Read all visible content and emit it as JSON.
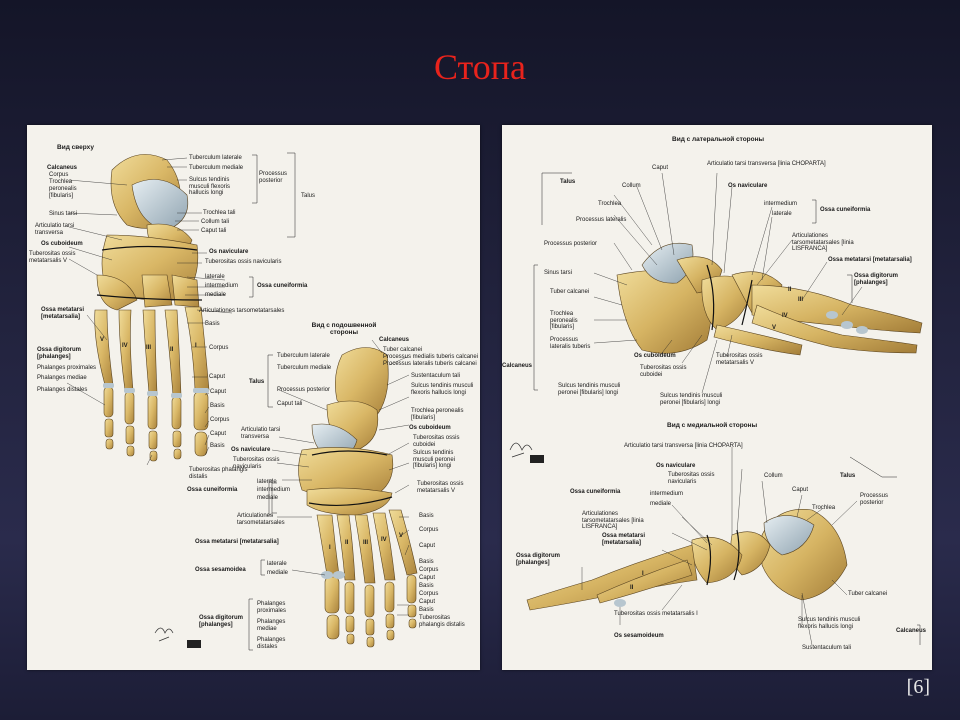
{
  "slide": {
    "title": "Стопа",
    "page_number": "[6]"
  },
  "left_plate": {
    "top_view": {
      "heading": "Вид сверху",
      "calcaneus_group": {
        "title": "Calcaneus",
        "lines": [
          "Corpus",
          "Trochlea",
          "peronealis",
          "[fibularis]"
        ]
      },
      "labels": {
        "tuberculum_laterale": "Tuberculum laterale",
        "tuberculum_mediale": "Tuberculum mediale",
        "sulcus_tendinis": "Sulcus tendinis musculi flexoris hallucis longi",
        "processus_posterior": "Processus posterior",
        "talus": "Talus",
        "trochlea_tali": "Trochlea tali",
        "collum_tali": "Collum tali",
        "caput_tali": "Caput tali",
        "sinus_tarsi": "Sinus tarsi",
        "articulatio": "Articulatio tarsi transversa",
        "os_cuboideum": "Os cuboideum",
        "os_naviculare": "Os naviculare",
        "tuberositas_ossis_metatarsalis": "Tuberositas ossis metatarsalis V",
        "tuberositas_ossis_navicularis": "Tuberositas ossis navicularis",
        "cuneiformia": [
          "laterale",
          "intermedium",
          "mediale"
        ],
        "ossa_cuneiformia": "Ossa cuneiformia",
        "artic_tarsometatarsales": "Articulationes tarsometatarsales",
        "ossa_metatarsi": "Ossa metatarsi [metatarsalia]",
        "basis": "Basis",
        "corpus": "Corpus",
        "caput": "Caput",
        "ossa_digitorum": "Ossa digitorum [phalanges]",
        "phalanges": [
          "Phalanges proximales",
          "Phalanges mediae",
          "Phalanges distales"
        ],
        "toe_parts": [
          "Caput",
          "Basis",
          "Corpus",
          "Caput",
          "Basis"
        ],
        "tuberositas_phalangis": "Tuberositas phalangis distalis",
        "roman": [
          "V",
          "IV",
          "III",
          "II",
          "I"
        ]
      }
    },
    "sole_view": {
      "heading": "Вид с подошвенной стороны",
      "labels": {
        "calcaneus": "Calcaneus",
        "tuber_calcanei": "Tuber calcanei",
        "processus_medialis": "Processus medialis tuberis calcanei",
        "processus_lateralis": "Processus lateralis tuberis calcanei",
        "sustentaculum": "Sustentaculum tali",
        "sulcus_tendinis": "Sulcus tendinis musculi flexoris hallucis longi",
        "trochlea_peronealis": "Trochlea peronealis [fibularis]",
        "talus": "Talus",
        "tuberculum_laterale": "Tuberculum laterale",
        "tuberculum_mediale": "Tuberculum mediale",
        "processus_posterior": "Processus posterior",
        "caput_tali": "Caput tali",
        "articulatio": "Articulatio tarsi transversa",
        "os_cuboideum": "Os cuboideum",
        "tuberositas_ossis_cuboidei": "Tuberositas ossis cuboidei",
        "sulcus_peronei": "Sulcus tendinis musculi peronei [fibularis] longi",
        "os_naviculare": "Os naviculare",
        "tuberositas_navicularis": "Tuberositas ossis navicularis",
        "ossa_cuneiformia": "Ossa cuneiformia",
        "cuneiformia": [
          "laterale",
          "intermedium",
          "mediale"
        ],
        "artic_tarsometatarsales": "Articulationes tarsometatarsales",
        "tuberositas_metatarsalis": "Tuberositas ossis metatarsalis V",
        "basis": "Basis",
        "corpus": "Corpus",
        "caput": "Caput",
        "ossa_metatarsi": "Ossa metatarsi [metatarsalia]",
        "ossa_sesamoidea": "Ossa sesamoidea",
        "sesamoid_sides": [
          "laterale",
          "mediale"
        ],
        "toe_parts": [
          "Basis",
          "Corpus",
          "Caput",
          "Basis",
          "Corpus",
          "Caput",
          "Basis",
          "Tuberositas phalangis distalis"
        ],
        "ossa_digitorum": "Ossa digitorum [phalanges]",
        "phalanges": [
          "Phalanges proximales",
          "Phalanges mediae",
          "Phalanges distales"
        ],
        "roman": [
          "I",
          "II",
          "III",
          "IV",
          "V"
        ]
      }
    }
  },
  "right_plate": {
    "lateral_view": {
      "heading": "Вид с латеральной стороны",
      "labels": {
        "talus": "Talus",
        "caput": "Caput",
        "collum": "Collum",
        "trochlea": "Trochlea",
        "processus_lateralis": "Processus lateralis",
        "processus_posterior": "Processus posterior",
        "articulatio": "Articulatio tarsi transversa [linia CHOPARTA]",
        "os_naviculare": "Os naviculare",
        "cuneiformia": [
          "intermedium",
          "laterale"
        ],
        "ossa_cuneiformia": "Ossa cuneiformia",
        "artic_tarsometatarsales": "Articulationes tarsometatarsales [linia LISFRANCA]",
        "ossa_metatarsi": "Ossa metatarsi [metatarsalia]",
        "ossa_digitorum": "Ossa digitorum [phalanges]",
        "sinus_tarsi": "Sinus tarsi",
        "tuber_calcanei": "Tuber calcanei",
        "trochlea_peronealis": "Trochlea peronealis [fibularis]",
        "processus_lat_tuberis": "Processus lateralis tuberis",
        "calcaneus": "Calcaneus",
        "os_cuboideum": "Os cuboideum",
        "tuberositas_cuboidei": "Tuberositas ossis cuboidei",
        "tuberositas_metatarsalis": "Tuberositas ossis metatarsalis V",
        "sulcus_peronei": "Sulcus tendinis musculi peronei [fibularis] longi",
        "sulcus_peronei_2": "Sulcus tendinis musculi peronei [fibularis] longi",
        "roman": [
          "II",
          "III",
          "IV",
          "V"
        ]
      }
    },
    "medial_view": {
      "heading": "Вид с медиальной стороны",
      "labels": {
        "articulatio": "Articulatio tarsi transversa [linia CHOPARTA]",
        "os_naviculare": "Os naviculare",
        "tuberositas_navicularis": "Tuberositas ossis navicularis",
        "talus": "Talus",
        "collum": "Collum",
        "caput": "Caput",
        "trochlea": "Trochlea",
        "processus_posterior": "Processus posterior",
        "ossa_cuneiformia": "Ossa cuneiformia",
        "cuneiformia": [
          "intermedium",
          "mediale"
        ],
        "artic_tarsometatarsales": "Articulationes tarsometatarsales [linia LISFRANCA]",
        "ossa_metatarsi": "Ossa metatarsi [metatarsalia]",
        "ossa_digitorum": "Ossa digitorum [phalanges]",
        "tuberositas_metatarsalis": "Tuberositas ossis metatarsalis I",
        "os_sesamoideum": "Os sesamoideum",
        "tuber_calcanei": "Tuber calcanei",
        "sulcus_tendinis": "Sulcus tendinis musculi flexoris hallucis longi",
        "sustentaculum": "Sustentaculum tali",
        "calcaneus": "Calcaneus",
        "roman": [
          "I",
          "II"
        ]
      }
    }
  }
}
